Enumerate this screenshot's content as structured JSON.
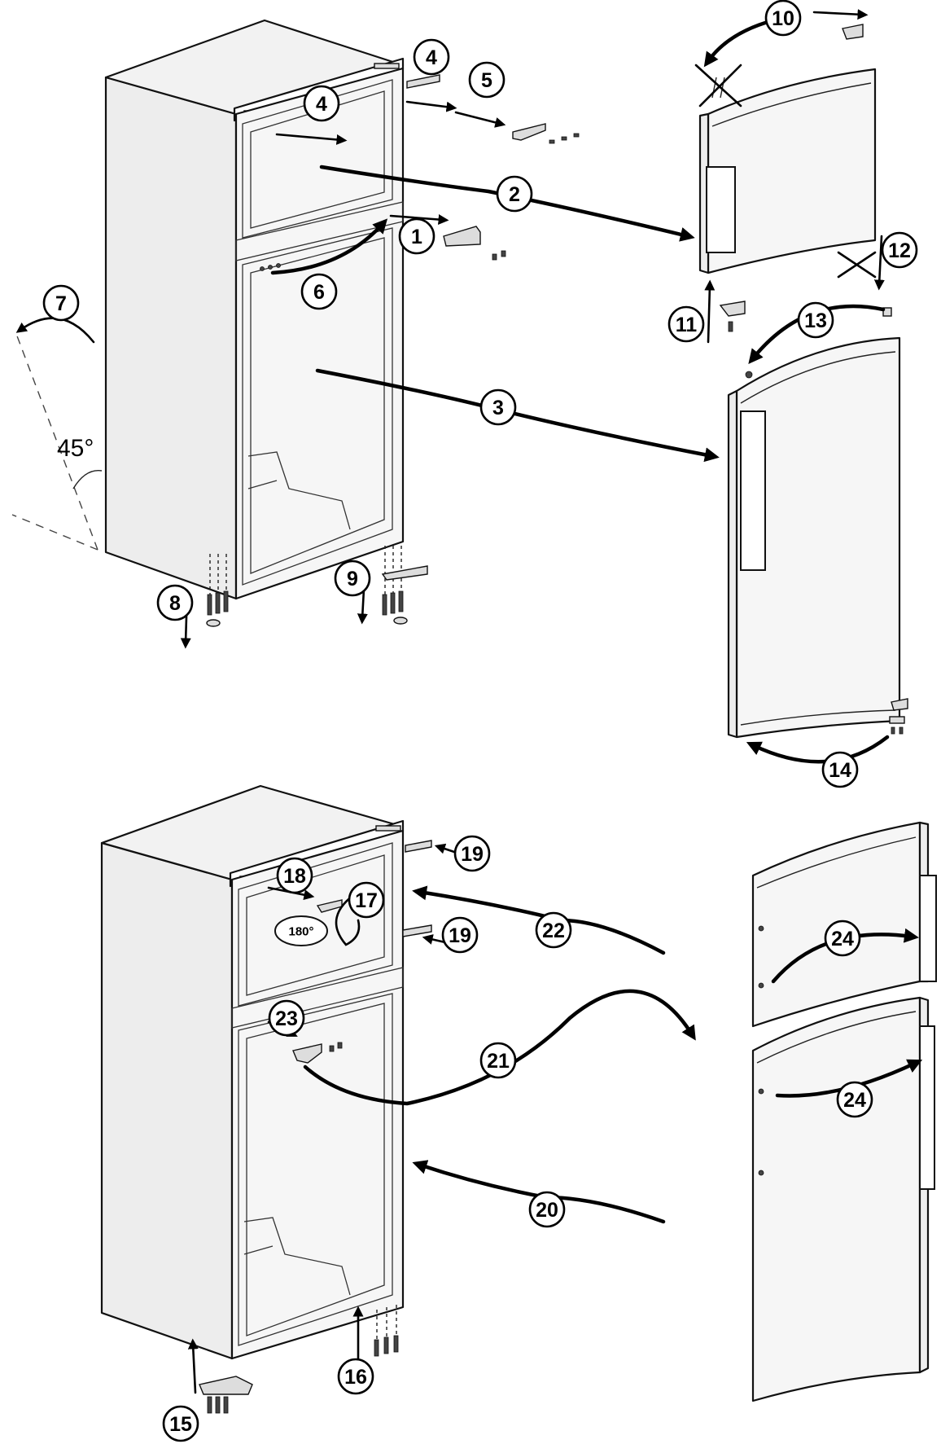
{
  "badges": [
    "1",
    "2",
    "3",
    "4",
    "4",
    "5",
    "6",
    "7",
    "8",
    "9",
    "10",
    "11",
    "12",
    "13",
    "14",
    "15",
    "16",
    "17",
    "18",
    "19",
    "19",
    "20",
    "21",
    "22",
    "23",
    "24",
    "24"
  ],
  "angle_label": "45°",
  "rotation_label": "180°",
  "colors": {
    "ink": "#000000",
    "paper": "#ffffff"
  }
}
